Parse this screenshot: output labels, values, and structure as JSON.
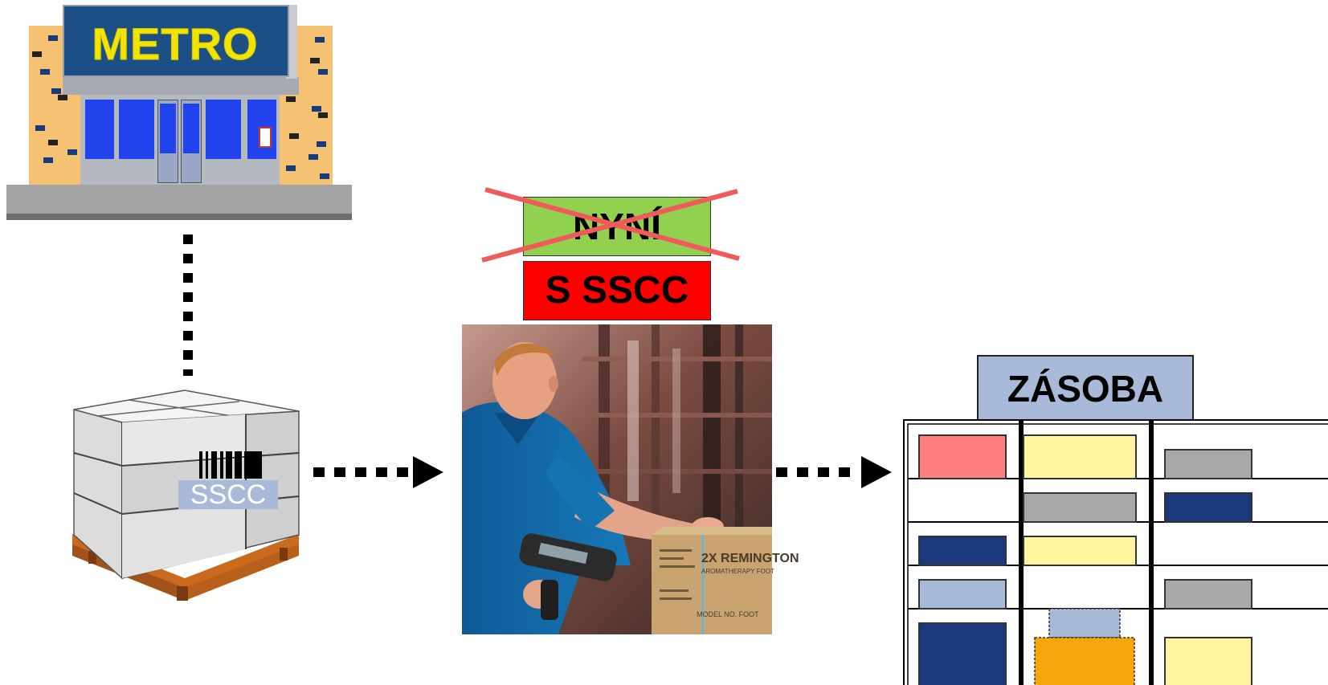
{
  "store": {
    "logo_text": "METRO",
    "colors": {
      "sign": "#1c4f86",
      "logo": "#f2e400",
      "wall": "#f4c272",
      "glass": "#2244ee"
    }
  },
  "pallet": {
    "barcode_label": "SSCC"
  },
  "status": {
    "crossed_label": "NYNÍ",
    "active_label": "S SSCC",
    "colors": {
      "crossed_bg": "#92d050",
      "active_bg": "#ff0000",
      "cross_line": "#f05a5a"
    }
  },
  "photo": {
    "carton_text_1": "2X REMINGTON",
    "carton_text_2": "AROMATHERAPY FOOT",
    "carton_text_3": "MODEL NO. FOOT"
  },
  "inventory": {
    "title": "ZÁSOBA",
    "colors": {
      "red": "#ff7f7f",
      "yellow": "#fff59c",
      "gray": "#a8a8a8",
      "navy": "#1b3a7c",
      "lightblue": "#a9b9d8",
      "orange": "#f5a60a"
    }
  }
}
